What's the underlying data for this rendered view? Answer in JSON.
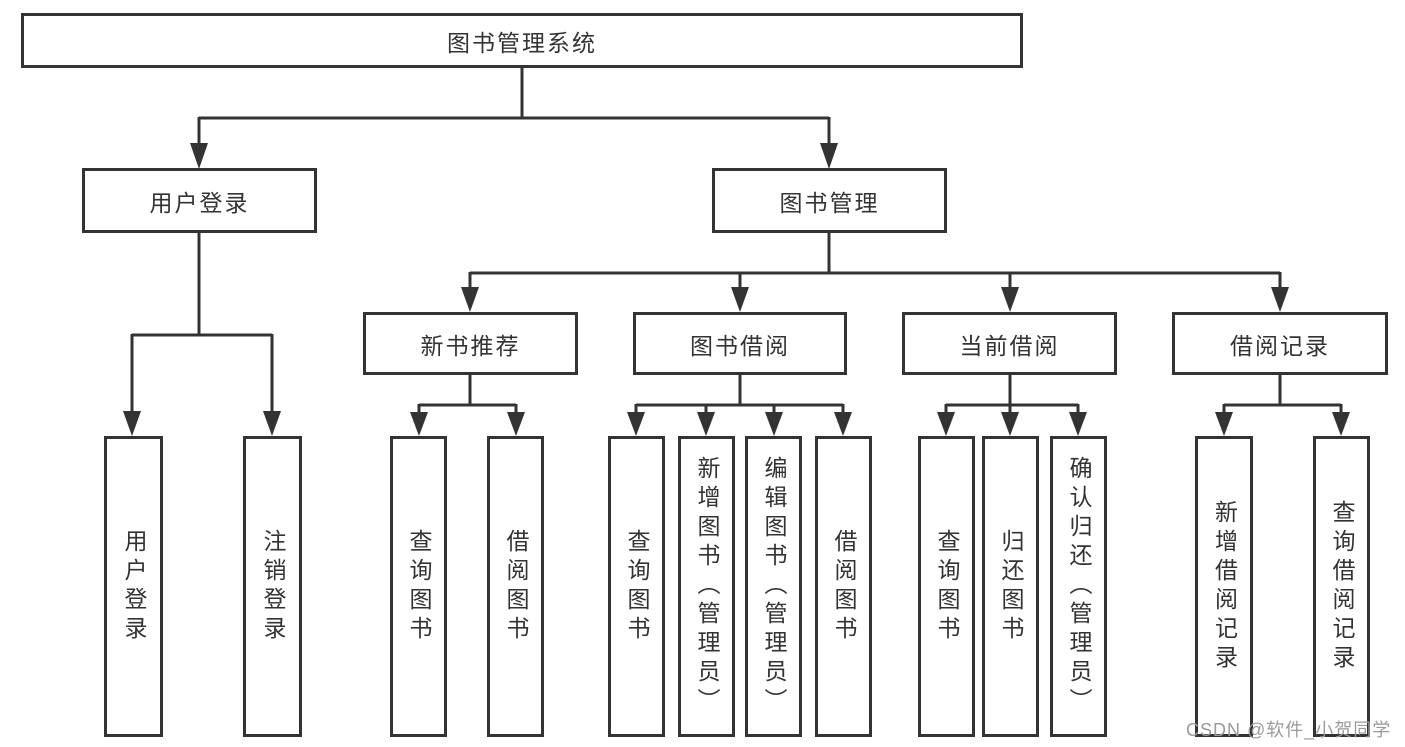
{
  "diagram": {
    "title": "图书管理系统",
    "root": {
      "label": "图书管理系统"
    },
    "branches": [
      {
        "label": "用户登录",
        "children": [
          {
            "label": "用户登录"
          },
          {
            "label": "注销登录"
          }
        ]
      },
      {
        "label": "图书管理",
        "children": [
          {
            "label": "新书推荐",
            "children": [
              {
                "label": "查询图书"
              },
              {
                "label": "借阅图书"
              }
            ]
          },
          {
            "label": "图书借阅",
            "children": [
              {
                "label": "查询图书"
              },
              {
                "label": "新增图书（管理员）"
              },
              {
                "label": "编辑图书（管理员）"
              },
              {
                "label": "借阅图书"
              }
            ]
          },
          {
            "label": "当前借阅",
            "children": [
              {
                "label": "查询图书"
              },
              {
                "label": "归还图书"
              },
              {
                "label": "确认归还（管理员）"
              }
            ]
          },
          {
            "label": "借阅记录",
            "children": [
              {
                "label": "新增借阅记录"
              },
              {
                "label": "查询借阅记录"
              }
            ]
          }
        ]
      }
    ]
  },
  "watermark": {
    "text": "CSDN @软件_小贺同学"
  },
  "colors": {
    "line": "#333333",
    "text": "#333333",
    "watermark": "#9b9b9b",
    "background": "#ffffff"
  }
}
